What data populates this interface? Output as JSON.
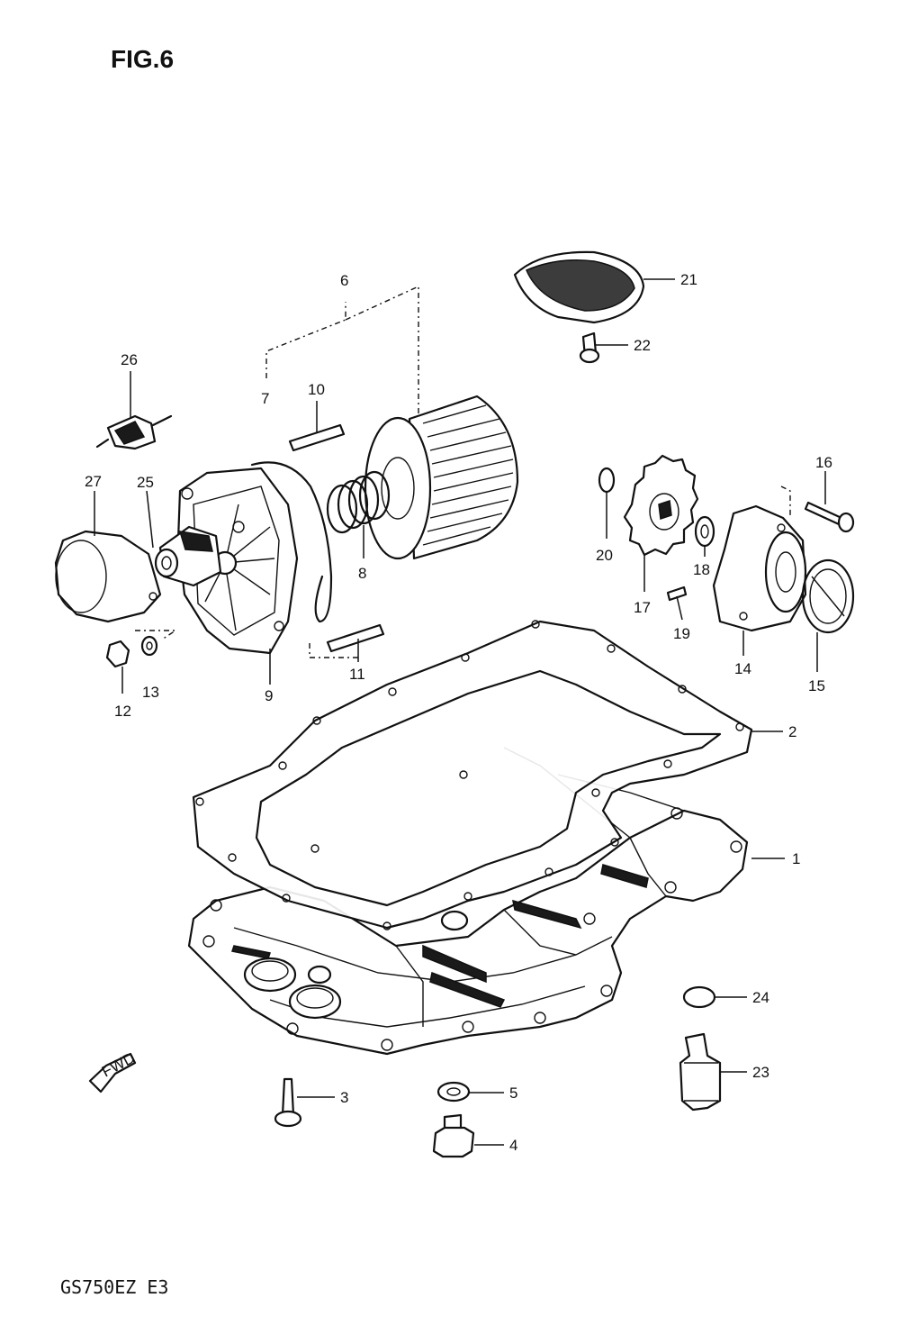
{
  "figure": {
    "title": "FIG.6",
    "model_code": "GS750EZ E3",
    "direction_tag": "FWD"
  },
  "callouts": [
    "1",
    "2",
    "3",
    "4",
    "5",
    "6",
    "7",
    "8",
    "9",
    "10",
    "11",
    "12",
    "13",
    "14",
    "15",
    "16",
    "17",
    "18",
    "19",
    "20",
    "21",
    "22",
    "23",
    "24",
    "25",
    "26",
    "27"
  ]
}
